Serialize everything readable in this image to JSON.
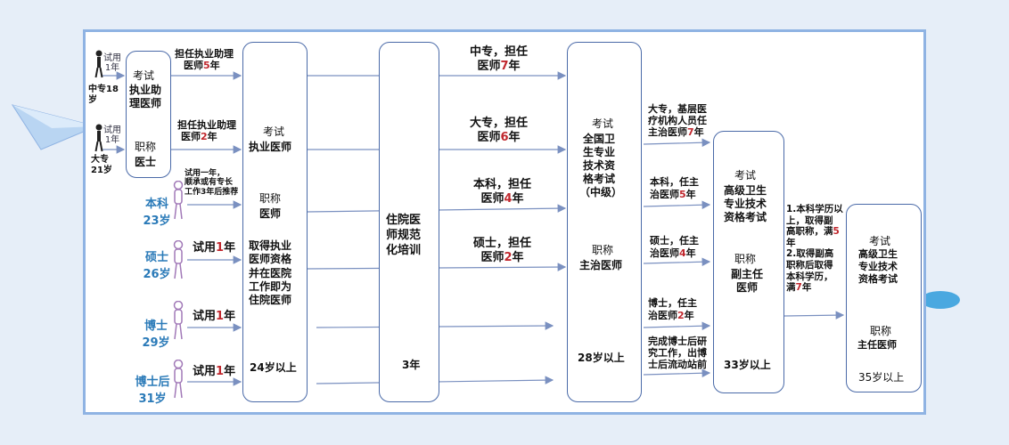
{
  "entries": {
    "zhongzhuan": {
      "trial": [
        "试用",
        "1年"
      ],
      "label": [
        "中专18",
        "岁"
      ]
    },
    "dazhuan": {
      "trial": [
        "试用",
        "1年"
      ],
      "label": [
        "大专",
        "21岁"
      ]
    },
    "benke": {
      "note": [
        "试用一年，",
        "顺承或有专长",
        "工作3年后推荐"
      ],
      "label": "本科",
      "age": "23岁"
    },
    "shuoshi": {
      "trial_pre": "试用",
      "trial_num": "1",
      "trial_post": "年",
      "label": "硕士",
      "age": "26岁"
    },
    "boshi": {
      "trial_pre": "试用",
      "trial_num": "1",
      "trial_post": "年",
      "label": "博士",
      "age": "29岁"
    },
    "boshihou": {
      "trial_pre": "试用",
      "trial_num": "1",
      "trial_post": "年",
      "label": "博士后",
      "age": "31岁"
    }
  },
  "arrows_col1": {
    "top": {
      "line1": "担任执业助理",
      "line2_pre": "医师",
      "line2_num": "5",
      "line2_post": "年"
    },
    "mid": {
      "line1": "担任执业助理",
      "line2_pre": "医师",
      "line2_num": "2",
      "line2_post": "年"
    }
  },
  "box1": {
    "exam": "考试",
    "title": [
      "执业助",
      "理医师"
    ],
    "rank": "职称",
    "rank_title": "医士"
  },
  "box2": {
    "exam": "考试",
    "title": "执业医师",
    "rank": "职称",
    "rank_title": "医师",
    "note": [
      "取得执业",
      "医师资格",
      "并在医院",
      "工作即为",
      "住院医师"
    ],
    "age": "24岁以上"
  },
  "box3": {
    "title": [
      "住院医",
      "师规范",
      "化培训"
    ],
    "years": "3年"
  },
  "arrows_col3": {
    "zhongzhuan": {
      "line1": "中专，担任",
      "line2_pre": "医师",
      "line2_num": "7",
      "line2_post": "年"
    },
    "dazhuan": {
      "line1": "大专，担任",
      "line2_pre": "医师",
      "line2_num": "6",
      "line2_post": "年"
    },
    "benke": {
      "line1": "本科，担任",
      "line2_pre": "医师",
      "line2_num": "4",
      "line2_post": "年"
    },
    "shuoshi": {
      "line1": "硕士，担任",
      "line2_pre": "医师",
      "line2_num": "2",
      "line2_post": "年"
    }
  },
  "box4": {
    "exam": "考试",
    "title": [
      "全国卫",
      "生专业",
      "技术资",
      "格考试",
      "（中级）"
    ],
    "rank": "职称",
    "rank_title": "主治医师",
    "age": "28岁以上"
  },
  "arrows_col4": {
    "dazhuan": {
      "lines": [
        "大专，基层医",
        "疗机构人员任"
      ],
      "line3_pre": "主治医师",
      "line3_num": "7",
      "line3_post": "年"
    },
    "benke": {
      "line1": "本科，任主",
      "line2_pre": "治医师",
      "line2_num": "5",
      "line2_post": "年"
    },
    "shuoshi": {
      "line1": "硕士，任主",
      "line2_pre": "治医师",
      "line2_num": "4",
      "line2_post": "年"
    },
    "boshi": {
      "line1": "博士，任主",
      "line2_pre": "治医师",
      "line2_num": "2",
      "line2_post": "年"
    },
    "boshihou": {
      "lines": [
        "完成博士后研",
        "究工作，出博",
        "士后流动站前"
      ]
    }
  },
  "box5": {
    "exam": "考试",
    "title": [
      "高级卫生",
      "专业技术",
      "资格考试"
    ],
    "rank": "职称",
    "rank_title": [
      "副主任",
      "医师"
    ],
    "age": "33岁以上"
  },
  "note5": {
    "p1_l1": "1.本科学历以",
    "p1_l2_pre": "上，取得副",
    "p1_l3_pre": "高职称，满",
    "p1_num": "5",
    "p1_l4": "年",
    "p2_l1": "2.取得副高",
    "p2_l2": "职称后取得",
    "p2_l3": "本科学历，",
    "p2_l4_pre": "满",
    "p2_num": "7",
    "p2_l4_post": "年"
  },
  "box6": {
    "exam": "考试",
    "title": [
      "高级卫生",
      "专业技术",
      "资格考试"
    ],
    "rank": "职称",
    "rank_title": "主任医师",
    "age": "35岁以上"
  },
  "colors": {
    "box_border": "#4a6aa8",
    "arrow": "#7a90c0",
    "highlight_red": "#c0272d",
    "label_teal": "#2a7ab8",
    "figure_purple": "#a27ab8"
  }
}
